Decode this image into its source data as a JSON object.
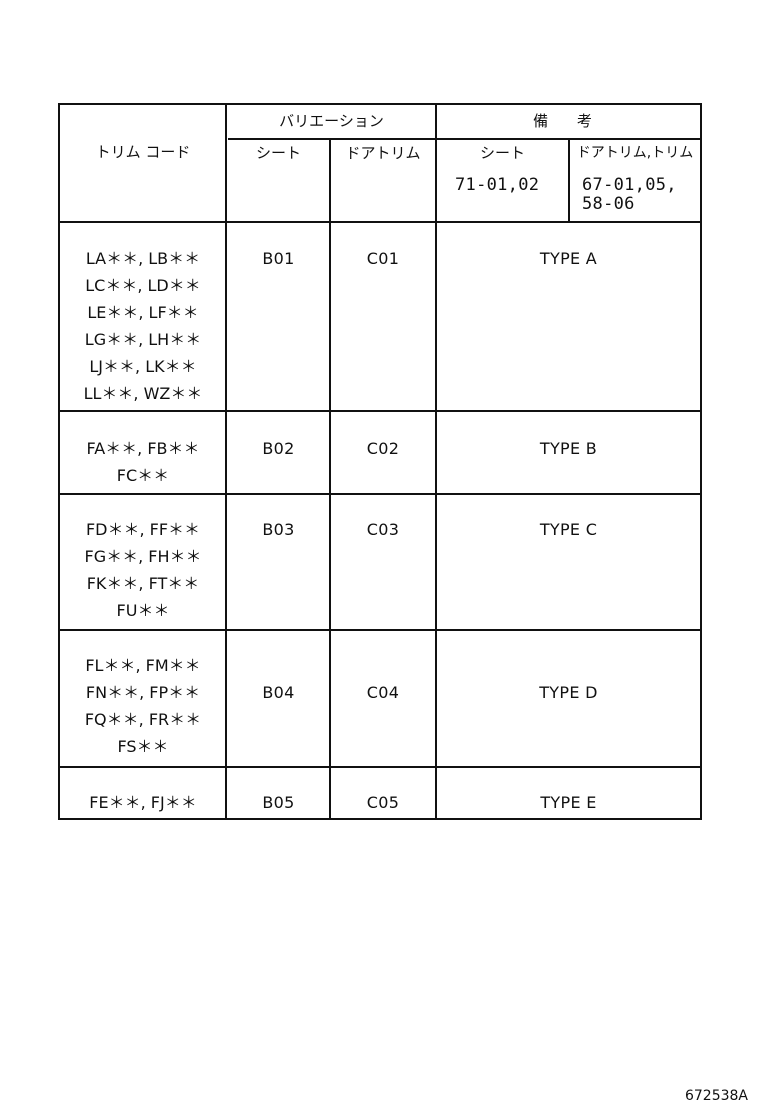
{
  "header": {
    "trim_code": "トリム コード",
    "variation": "バリエーション",
    "seat": "シート",
    "door_trim": "ドアトリム",
    "remarks": "備 考",
    "remarks_seat": "シート",
    "remarks_door_trim": "ドアトリム,トリム",
    "remarks_seat_value": "71-01,02",
    "remarks_door_value_1": "67-01,05,",
    "remarks_door_value_2": "58-06"
  },
  "rows": [
    {
      "trim_codes": [
        "LA＊＊, LB＊＊",
        "LC＊＊, LD＊＊",
        "LE＊＊, LF＊＊",
        "LG＊＊, LH＊＊",
        "LJ＊＊, LK＊＊",
        "LL＊＊, WZ＊＊"
      ],
      "seat": "B01",
      "door_trim": "C01",
      "remark": "TYPE A"
    },
    {
      "trim_codes": [
        "FA＊＊, FB＊＊",
        "FC＊＊"
      ],
      "seat": "B02",
      "door_trim": "C02",
      "remark": "TYPE B"
    },
    {
      "trim_codes": [
        "FD＊＊, FF＊＊",
        "FG＊＊, FH＊＊",
        "FK＊＊, FT＊＊",
        "FU＊＊"
      ],
      "seat": "B03",
      "door_trim": "C03",
      "remark": "TYPE C"
    },
    {
      "trim_codes": [
        "FL＊＊, FM＊＊",
        "FN＊＊, FP＊＊",
        "FQ＊＊, FR＊＊",
        "FS＊＊"
      ],
      "seat": "B04",
      "door_trim": "C04",
      "remark": "TYPE D"
    },
    {
      "trim_codes": [
        "FE＊＊, FJ＊＊"
      ],
      "seat": "B05",
      "door_trim": "C05",
      "remark": "TYPE E"
    }
  ],
  "footer": {
    "figure_code": "672538A"
  }
}
